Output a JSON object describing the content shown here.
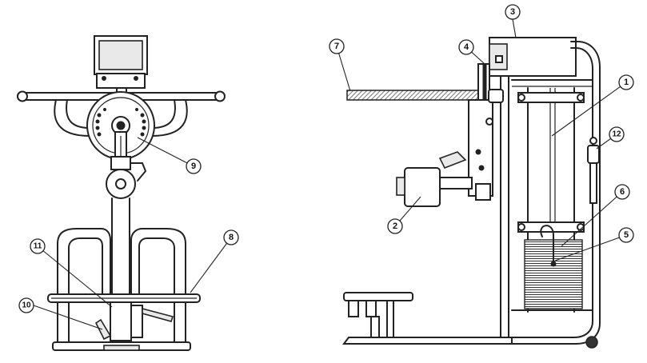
{
  "callouts": [
    {
      "id": "c1",
      "label": "1"
    },
    {
      "id": "c2",
      "label": "2"
    },
    {
      "id": "c3",
      "label": "3"
    },
    {
      "id": "c4",
      "label": "4"
    },
    {
      "id": "c5",
      "label": "5"
    },
    {
      "id": "c6",
      "label": "6"
    },
    {
      "id": "c7",
      "label": "7"
    },
    {
      "id": "c8",
      "label": "8"
    },
    {
      "id": "c9",
      "label": "9"
    },
    {
      "id": "c10",
      "label": "10"
    },
    {
      "id": "c11",
      "label": "11"
    },
    {
      "id": "c12",
      "label": "12"
    }
  ],
  "colors": {
    "line": "#222222",
    "background": "#ffffff",
    "hatch": "#555555"
  }
}
